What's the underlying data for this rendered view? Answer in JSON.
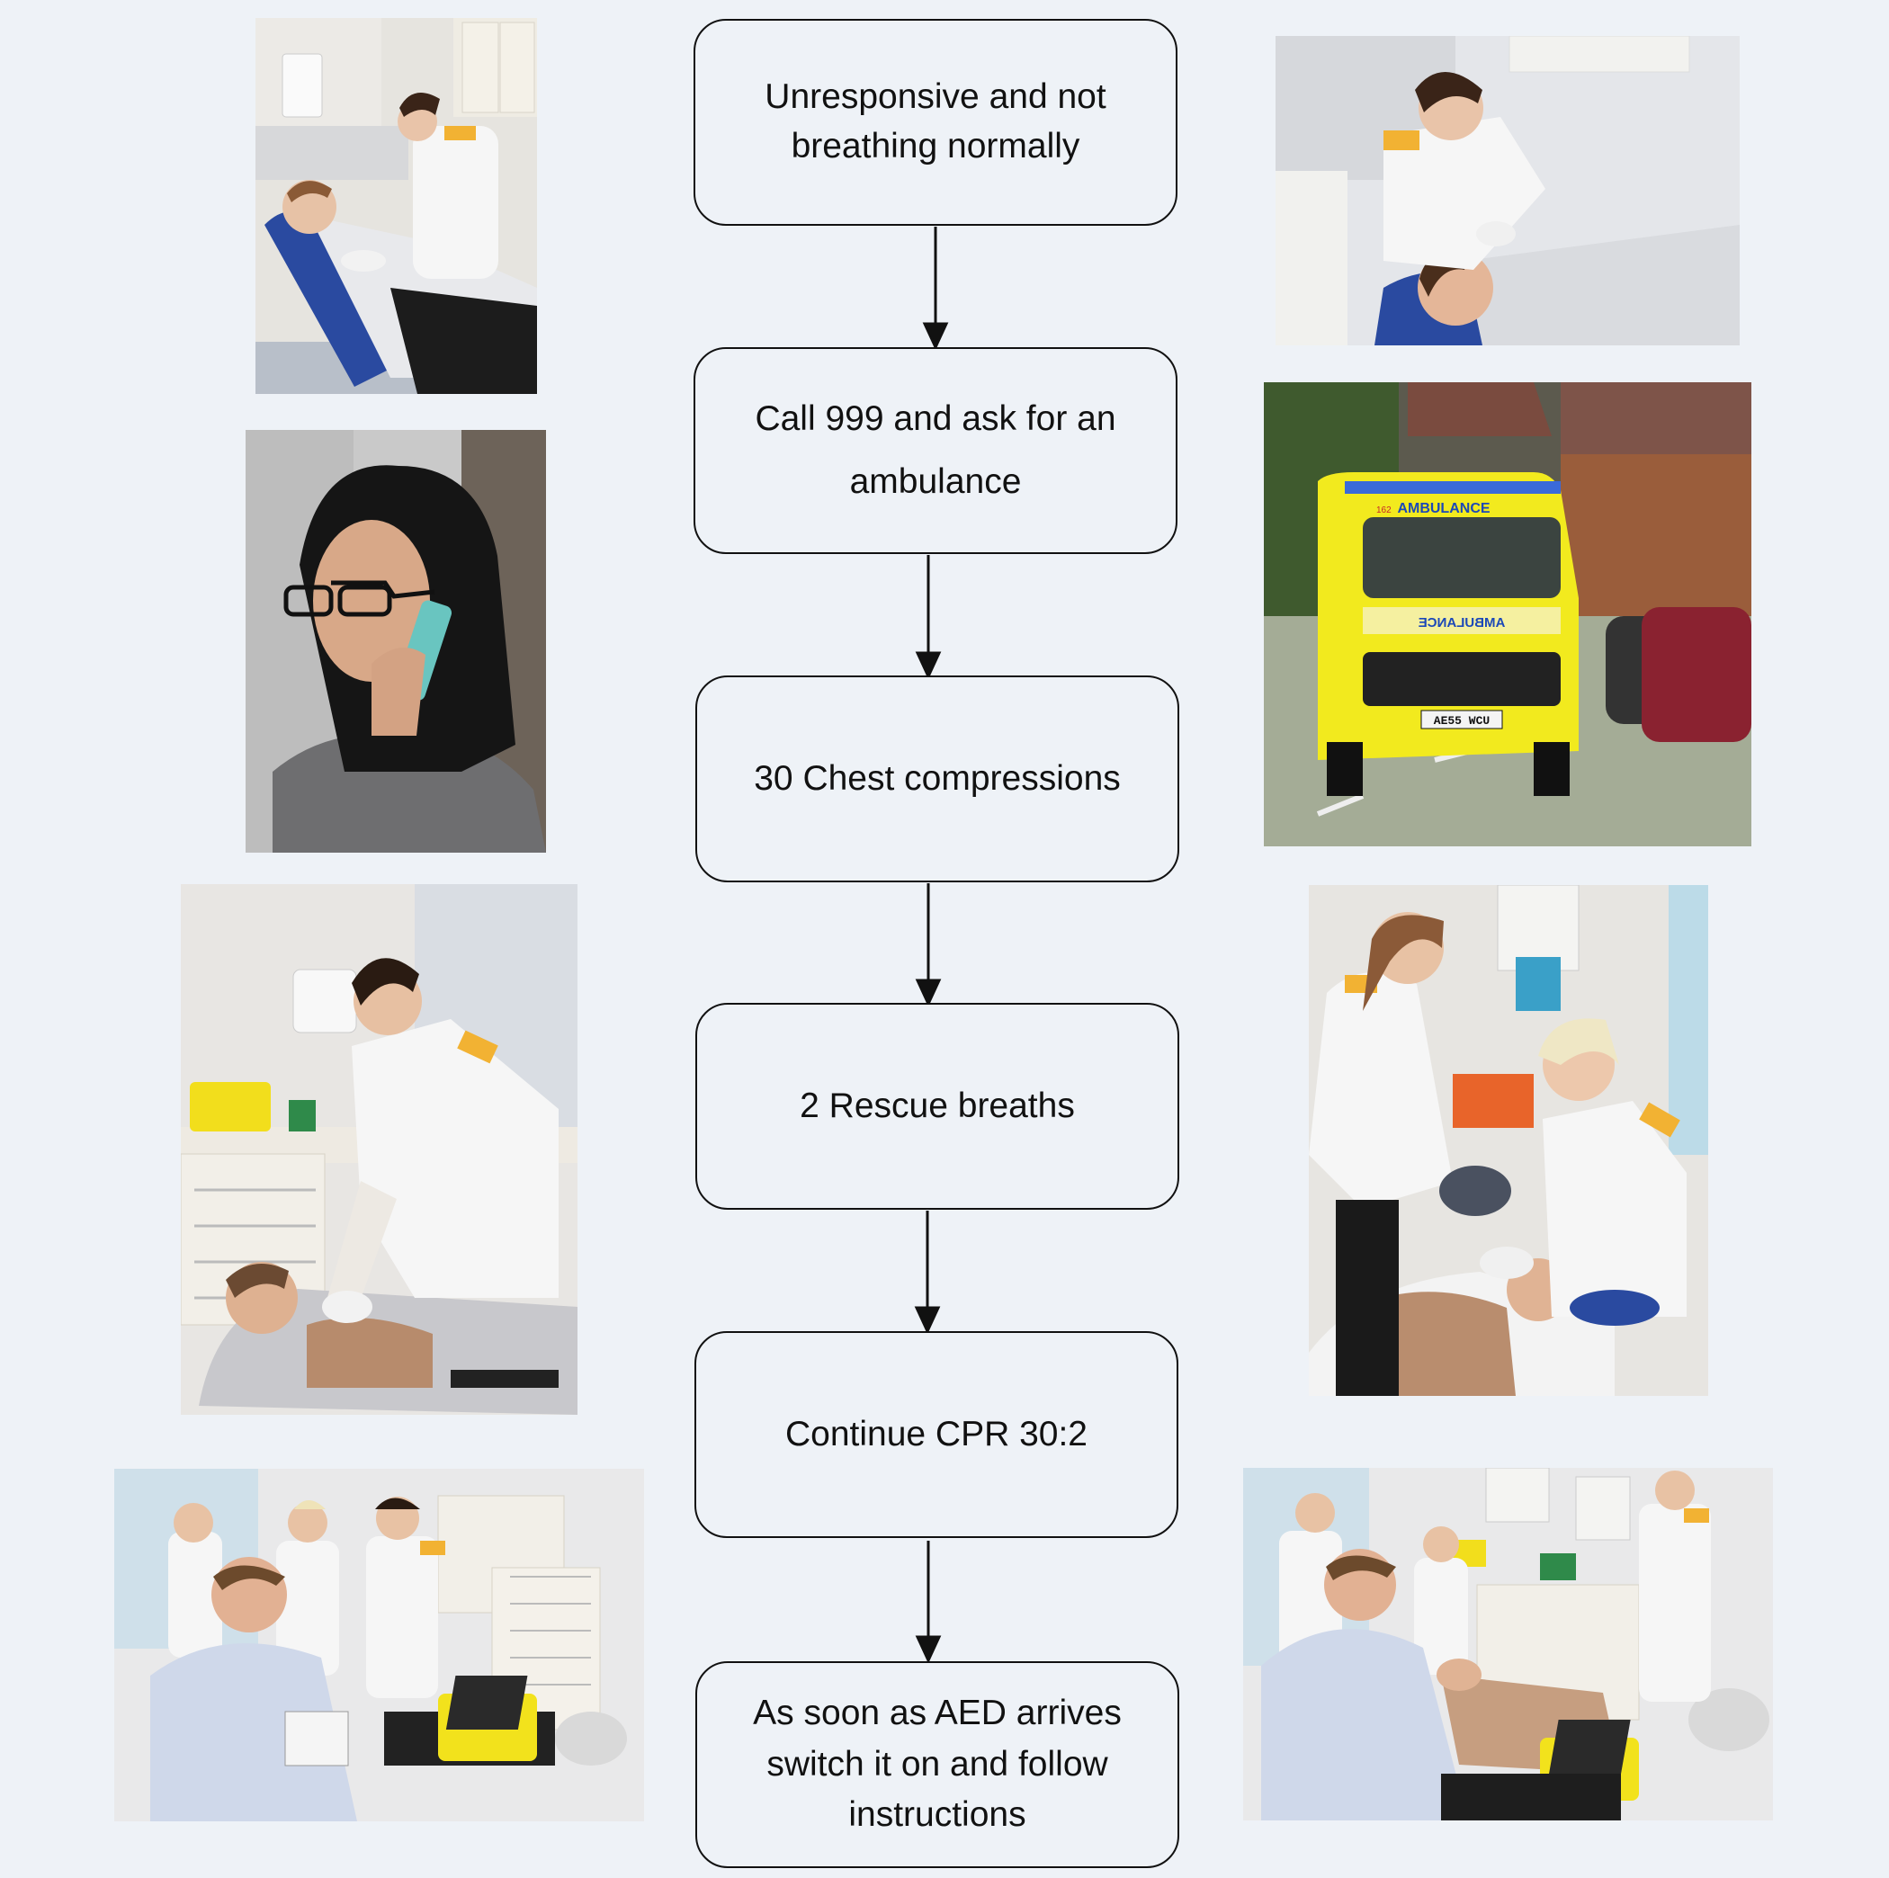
{
  "steps": [
    {
      "text": "Unresponsive and not\nbreathing normally"
    },
    {
      "text": "Call 999 and ask for an\nambulance"
    },
    {
      "text": "30 Chest compressions"
    },
    {
      "text": "2 Rescue breaths"
    },
    {
      "text": "Continue CPR 30:2"
    },
    {
      "text": "As soon as AED arrives\nswitch it on and follow\ninstructions"
    }
  ],
  "photos": [
    {
      "name": "photo-nurse-checking-patient-response",
      "side": "left"
    },
    {
      "name": "photo-nurse-opening-airway",
      "side": "right"
    },
    {
      "name": "photo-woman-calling-on-phone",
      "side": "left"
    },
    {
      "name": "photo-ambulance-on-road",
      "side": "right"
    },
    {
      "name": "photo-nurse-chest-compressions",
      "side": "left"
    },
    {
      "name": "photo-nurses-rescue-breaths-bag-valve",
      "side": "right"
    },
    {
      "name": "photo-team-applying-aed-pads",
      "side": "left"
    },
    {
      "name": "photo-team-following-aed-instructions",
      "side": "right"
    }
  ],
  "ambulance_texts": {
    "roof_label": "AMBULANCE",
    "unit_number": "162",
    "front_label": "AMBULANCE",
    "plate": "AE55 WCU"
  },
  "colors": {
    "background": "#eef2f7",
    "box_border": "#111111",
    "arrow": "#111111",
    "uniform_epaulette": "#f2b233",
    "ambulance_yellow": "#f2ea1e",
    "chair_blue": "#2a4aa0"
  }
}
